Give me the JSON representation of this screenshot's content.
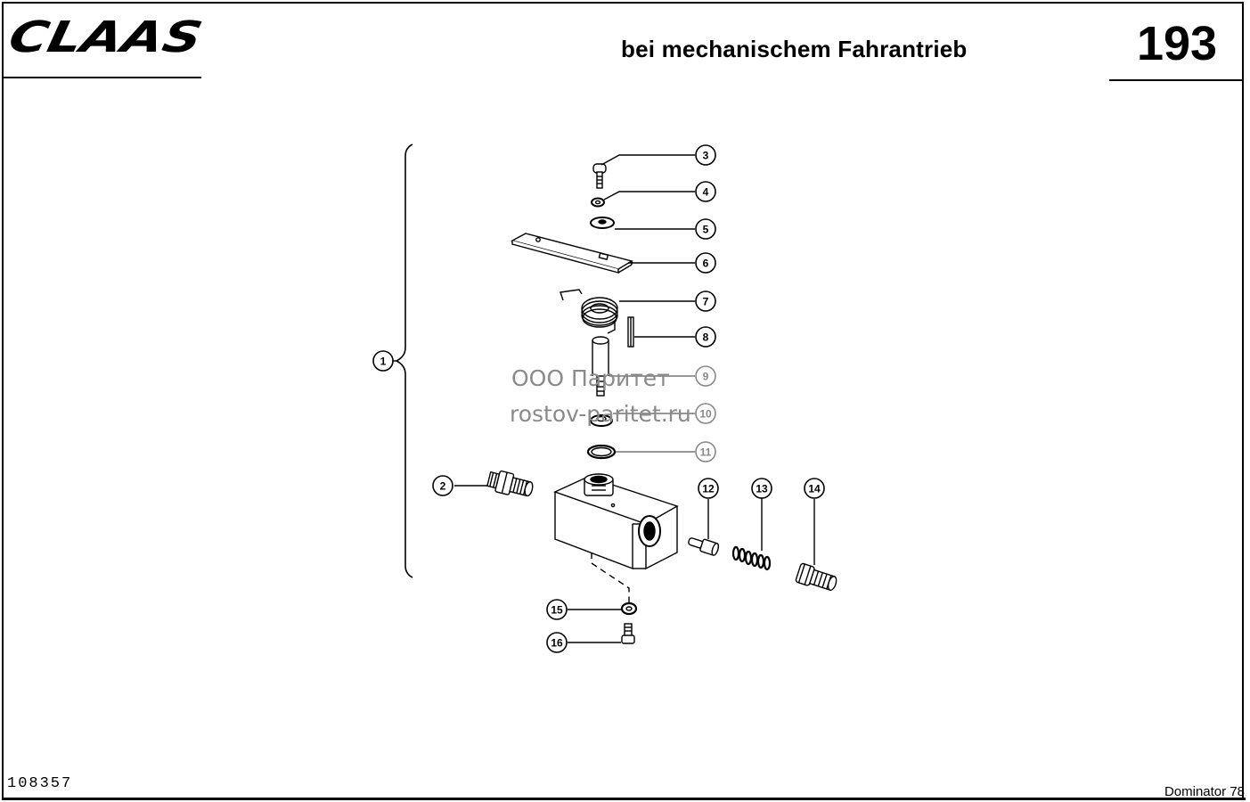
{
  "header": {
    "brand": "CLAAS",
    "title": "bei mechanischem Fahrantrieb",
    "page_number": "193"
  },
  "footer": {
    "drawing_id": "108357",
    "model": "Dominator 78"
  },
  "watermark": {
    "line1": "ООО Паритет",
    "line2": "rostov-paritet.ru"
  },
  "callouts": [
    "1",
    "2",
    "3",
    "4",
    "5",
    "6",
    "7",
    "8",
    "9",
    "10",
    "11",
    "12",
    "13",
    "14",
    "15",
    "16"
  ]
}
